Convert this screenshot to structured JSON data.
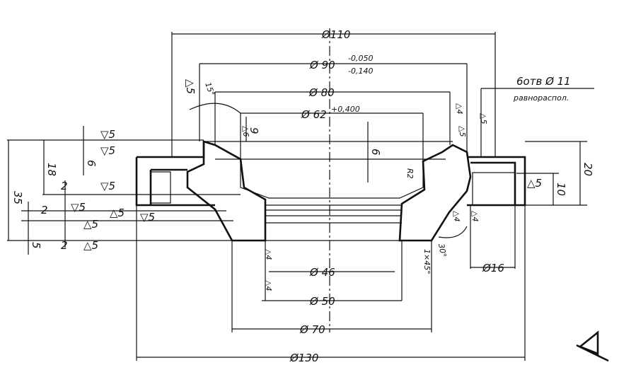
{
  "dimensions": {
    "d110": "Ø110",
    "d90": "Ø 90",
    "d90_tol_upper": "-0,050",
    "d90_tol_lower": "-0,140",
    "d80": "Ø 80",
    "d62": "Ø 62",
    "d62_tol": "+0,400",
    "d46": "Ø 46",
    "d50": "Ø 50",
    "d70": "Ø 70",
    "d130": "Ø130",
    "d16": "Ø16",
    "holes_line1": "6отв Ø 11",
    "holes_line2": "равнораспол.",
    "h35": "35",
    "h18": "18",
    "h6": "6",
    "h2a": "2",
    "h2b": "2",
    "h2c": "2",
    "h5": "5",
    "h20": "20",
    "h10": "10",
    "h9": "9",
    "h6b": "6",
    "chamfer": "1×45°",
    "radius": "R2",
    "angle15": "15°",
    "angle30": "30°"
  },
  "surface_marks": {
    "m1": "▽5",
    "m2": "▽5",
    "m3": "▽5",
    "m4": "▽5",
    "m5": "▽5",
    "m6": "△5",
    "m7": "△5",
    "m8": "△5",
    "m9": "△5",
    "m10": "△5",
    "m11": "△5",
    "m12": "△4",
    "m13": "△4",
    "m14": "△4",
    "m15": "△4",
    "m16": "△5",
    "m17": "△6",
    "m18": "△4"
  }
}
